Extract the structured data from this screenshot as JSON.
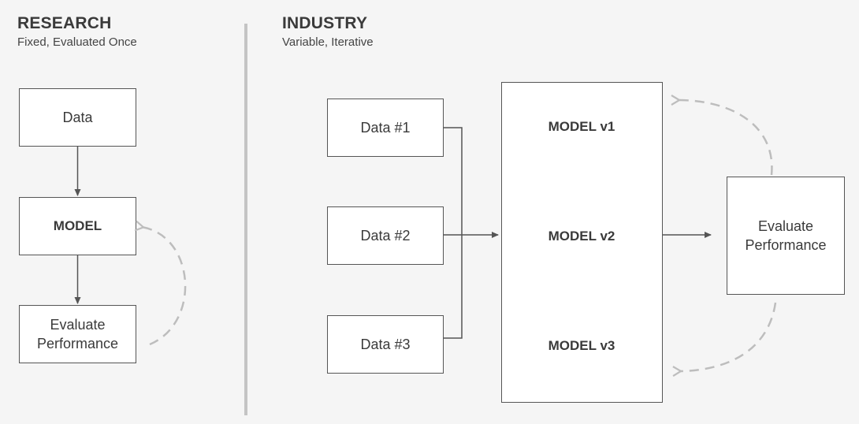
{
  "research": {
    "title": "RESEARCH",
    "subtitle": "Fixed, Evaluated Once",
    "data_label": "Data",
    "model_label": "MODEL",
    "evaluate_label_line1": "Evaluate",
    "evaluate_label_line2": "Performance"
  },
  "industry": {
    "title": "INDUSTRY",
    "subtitle": "Variable, Iterative",
    "data_boxes": [
      "Data #1",
      "Data #2",
      "Data #3"
    ],
    "models": [
      "MODEL v1",
      "MODEL v2",
      "MODEL v3"
    ],
    "evaluate_label_line1": "Evaluate",
    "evaluate_label_line2": "Performance"
  },
  "colors": {
    "background": "#f5f5f5",
    "box_border": "#555555",
    "arrow": "#555555",
    "dashed_arrow": "#bdbdbd",
    "divider": "#c4c4c4"
  }
}
